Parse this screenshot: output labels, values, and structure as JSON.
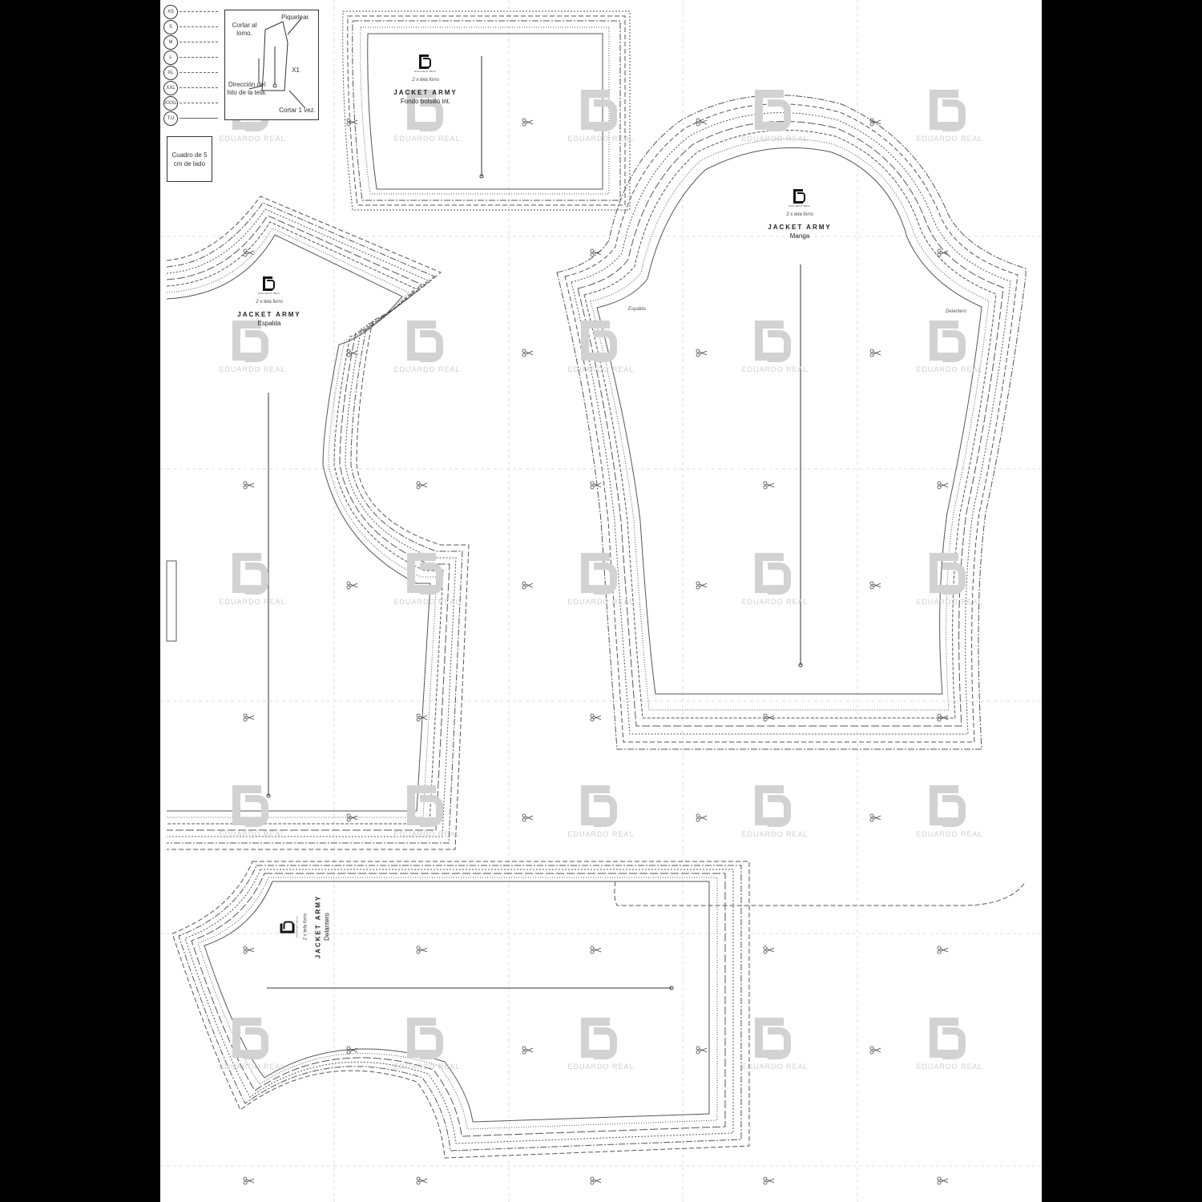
{
  "legend": {
    "sizes": [
      "XS",
      "S",
      "M",
      "L",
      "XL",
      "XXL",
      "XXXL",
      "T.U"
    ],
    "piece_box": {
      "piquetear": "Piquetear.",
      "cortar_al_lomo": "Cortar al lomo.",
      "direccion_hilo": "Dirección del hilo de la tela.",
      "cortar_vez": "Cortar 1 vez.",
      "x1": "X1"
    },
    "square_label": "Cuadro de 5 cm de lado"
  },
  "brand_small": "EDUARDO REAL",
  "watermark_text": "EDUARDO REAL",
  "pieces": [
    {
      "qty": "2 x tela forro",
      "title": "JACKET ARMY",
      "name": "Fondo bolsillo int."
    },
    {
      "qty": "2 x tela forro",
      "title": "JACKET ARMY",
      "name": "Manga"
    },
    {
      "qty": "2 x tela forro",
      "title": "JACKET ARMY",
      "name": "Espalda"
    },
    {
      "qty": "2 x tela forro",
      "title": "JACKET ARMY",
      "name": "Delantero"
    }
  ],
  "sleeve_notes": {
    "back": "Espalda",
    "front": "Delantero"
  },
  "colors": {
    "background": "#000000",
    "sheet": "#ffffff",
    "lines": "#555555",
    "watermark": "#d2d2d2"
  }
}
